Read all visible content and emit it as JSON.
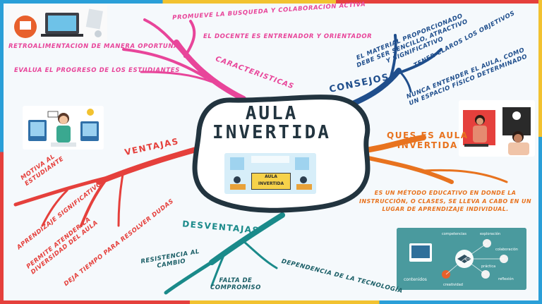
{
  "title": {
    "line1": "AULA",
    "line2": "INVERTIDA"
  },
  "centerImage": {
    "sign": "AULA\nINVERTIDA"
  },
  "caracteristicas": {
    "heading": "CARACTERISTICAS",
    "items": [
      "PROMUEVE  LA BUSQUEDA Y COLABORACION ACTIVA",
      "EL DOCENTE ES ENTRENADOR Y ORIENTADOR",
      "RETROALIMENTACION DE MANERA OPORTUNA",
      "EVALUA EL PROGRESO DE LOS ESTUDIANTES"
    ]
  },
  "consejos": {
    "heading": "CONSEJOS",
    "items": [
      "EL MATERIAL PROPORCIONADO\nDEBE SER SENCILLO, ATRACTIVO\nY SIGNIFICATIVO",
      "TENER CLAROS LOS OBJETIVOS",
      "NUNCA ENTENDER EL AULA, COMO\nUN ESPACIO FÍSICO DETERMINADO"
    ]
  },
  "quees": {
    "heading": "QUES ES AULA\nINVERTIDA",
    "text": "ES UN MÉTODO EDUCATIVO EN DONDE LA INSTRUCCIÓN, O CLASES, SE LLEVA A CABO EN UN LUGAR DE APRENDIZAJE INDIVIDUAL."
  },
  "ventajas": {
    "heading": "VENTAJAS",
    "items": [
      "MOTIVA AL\nESTUDIANTE",
      "APRENDIZAJE SIGNIFICATIVO",
      "PERMITE ATENDER LA\nDIVERSIDAD DEL AULA",
      "DEJA TIEMPO PARA RESOLVER DUDAS"
    ]
  },
  "desventajas": {
    "heading": "DESVENTAJAS",
    "items": [
      "RESISTENCIA AL\nCAMBIO",
      "FALTA DE\nCOMPROMISO",
      "DEPENDENCIA DE LA TECNOLOGÍA"
    ]
  },
  "infographic": {
    "labels": [
      "competencias",
      "exploración",
      "colaboración",
      "contenidos",
      "creatividad",
      "práctica",
      "reflexión"
    ]
  },
  "colors": {
    "pink": "#e8459a",
    "navy": "#1f4e8c",
    "orange": "#e8731f",
    "red": "#e5403c",
    "teal": "#1a8a8a",
    "center": "#22343f"
  }
}
